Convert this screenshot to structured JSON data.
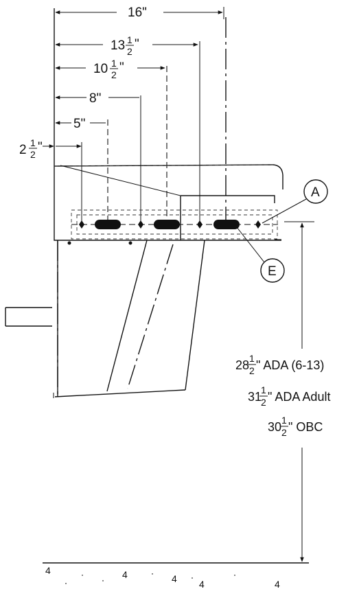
{
  "dimensions": {
    "d16": {
      "whole": "16\"",
      "num": "",
      "den": ""
    },
    "d13_5": {
      "whole": "13",
      "num": "1",
      "den": "2",
      "suffix": "\""
    },
    "d10_5": {
      "whole": "10",
      "num": "1",
      "den": "2",
      "suffix": "\""
    },
    "d8": {
      "whole": "8\"",
      "num": "",
      "den": ""
    },
    "d5": {
      "whole": "5\"",
      "num": "",
      "den": ""
    },
    "d2_5": {
      "whole": "2",
      "num": "1",
      "den": "2",
      "suffix": "\""
    }
  },
  "callouts": {
    "a": "A",
    "e": "E"
  },
  "heights": [
    {
      "whole": "28",
      "num": "1",
      "den": "2",
      "rest": "\" ADA (6-13)"
    },
    {
      "whole": "31",
      "num": "1",
      "den": "2",
      "rest": "\" ADA Adult"
    },
    {
      "whole": "30",
      "num": "1",
      "den": "2",
      "rest": "\" OBC"
    }
  ],
  "floor_marks": [
    "4",
    "4",
    "4",
    "4",
    "4"
  ]
}
